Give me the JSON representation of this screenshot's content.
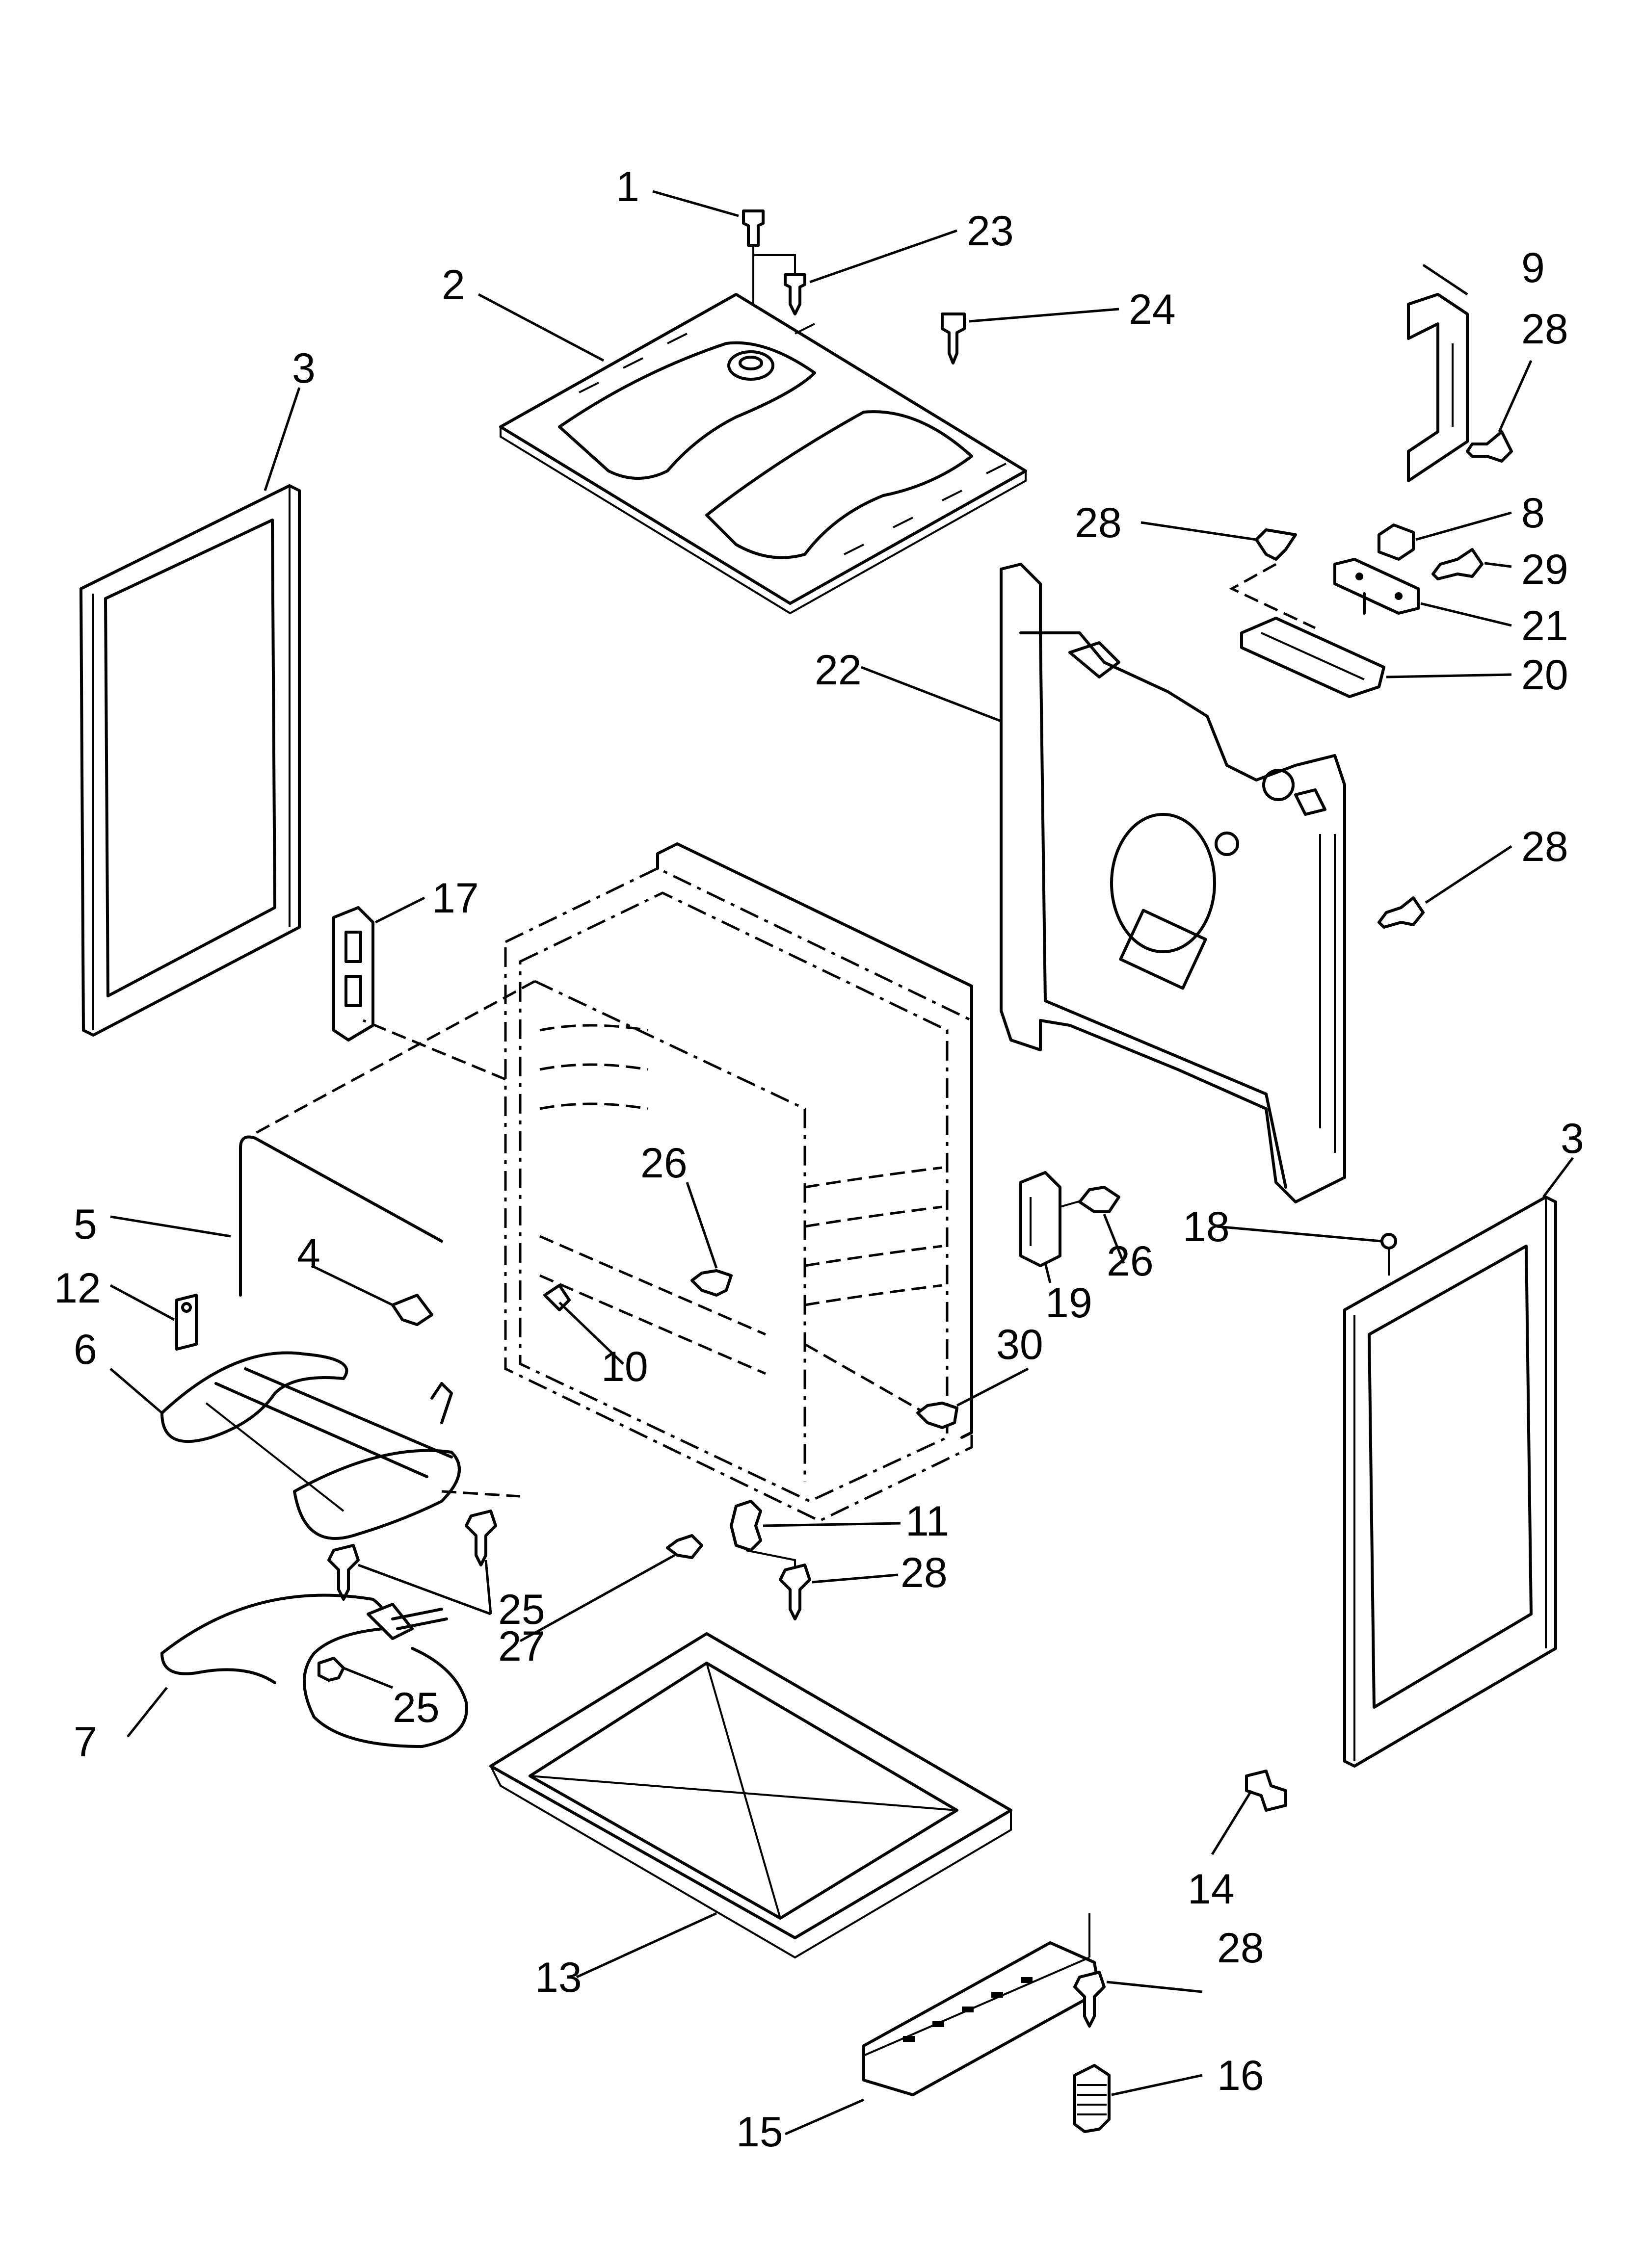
{
  "diagram": {
    "callouts": [
      {
        "id": "c1",
        "label": "1"
      },
      {
        "id": "c2",
        "label": "2"
      },
      {
        "id": "c3a",
        "label": "3"
      },
      {
        "id": "c3b",
        "label": "3"
      },
      {
        "id": "c4",
        "label": "4"
      },
      {
        "id": "c5",
        "label": "5"
      },
      {
        "id": "c6",
        "label": "6"
      },
      {
        "id": "c7",
        "label": "7"
      },
      {
        "id": "c8",
        "label": "8"
      },
      {
        "id": "c9",
        "label": "9"
      },
      {
        "id": "c10",
        "label": "10"
      },
      {
        "id": "c11",
        "label": "11"
      },
      {
        "id": "c12",
        "label": "12"
      },
      {
        "id": "c13",
        "label": "13"
      },
      {
        "id": "c14",
        "label": "14"
      },
      {
        "id": "c15",
        "label": "15"
      },
      {
        "id": "c16",
        "label": "16"
      },
      {
        "id": "c17",
        "label": "17"
      },
      {
        "id": "c18",
        "label": "18"
      },
      {
        "id": "c19",
        "label": "19"
      },
      {
        "id": "c20",
        "label": "20"
      },
      {
        "id": "c21",
        "label": "21"
      },
      {
        "id": "c22",
        "label": "22"
      },
      {
        "id": "c23",
        "label": "23"
      },
      {
        "id": "c24",
        "label": "24"
      },
      {
        "id": "c25a",
        "label": "25"
      },
      {
        "id": "c25b",
        "label": "25"
      },
      {
        "id": "c26a",
        "label": "26"
      },
      {
        "id": "c26b",
        "label": "26"
      },
      {
        "id": "c27",
        "label": "27"
      },
      {
        "id": "c28a",
        "label": "28"
      },
      {
        "id": "c28b",
        "label": "28"
      },
      {
        "id": "c28c",
        "label": "28"
      },
      {
        "id": "c28d",
        "label": "28"
      },
      {
        "id": "c28e",
        "label": "28"
      },
      {
        "id": "c29",
        "label": "29"
      },
      {
        "id": "c30",
        "label": "30"
      }
    ]
  }
}
